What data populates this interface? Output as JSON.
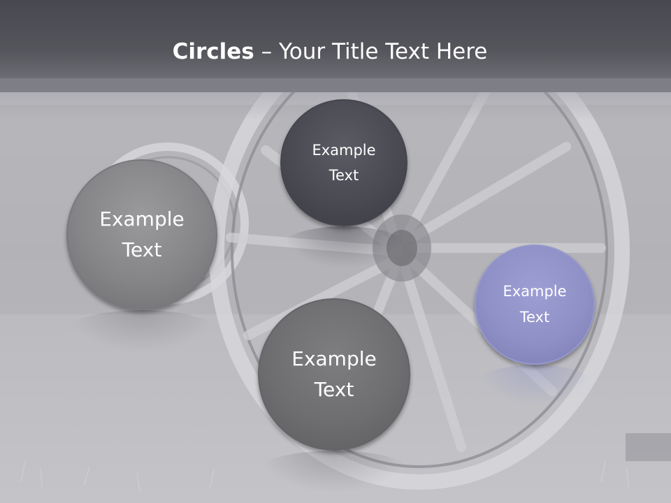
{
  "slide": {
    "title_bold": "Circles",
    "title_rest": " – Your Title Text Here"
  },
  "circles": [
    {
      "line1": "Example",
      "line2": "Text",
      "color": "#858588"
    },
    {
      "line1": "Example",
      "line2": "Text",
      "color": "#4a4a53"
    },
    {
      "line1": "Example",
      "line2": "Text",
      "color": "#6e6e70"
    },
    {
      "line1": "Example",
      "line2": "Text",
      "color": "#8e90c6"
    }
  ],
  "background": {
    "image": "wagon-wheel-photo",
    "tint": "#b9b9bf",
    "title_band_color": "#55555c"
  }
}
